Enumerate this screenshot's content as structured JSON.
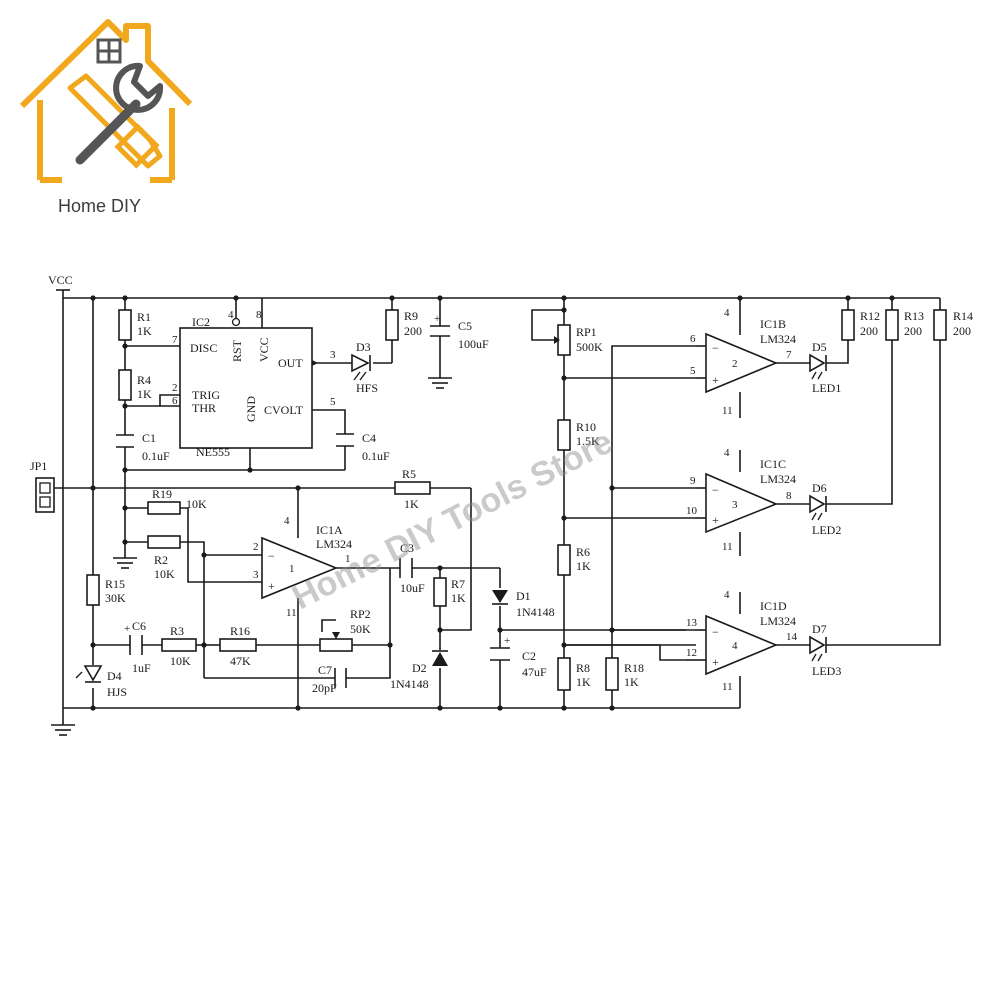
{
  "brand": {
    "logo_text": "Home DIY",
    "colors": {
      "house": "#f2a81d",
      "tools": "#555555"
    }
  },
  "watermark": {
    "text": "Home DIY Tools Store"
  },
  "schematic": {
    "power": {
      "vcc": "VCC"
    },
    "connector": {
      "ref": "JP1"
    },
    "timer": {
      "ref": "IC2",
      "part": "NE555",
      "pins": {
        "disc": "DISC",
        "rst": "RST",
        "vcc": "VCC",
        "trig": "TRIG",
        "thr": "THR",
        "gnd": "GND",
        "out": "OUT",
        "cvolt": "CVOLT"
      },
      "pin_numbers": {
        "disc": "7",
        "rst": "4",
        "vcc": "8",
        "trig": "2",
        "thr": "6",
        "out": "3",
        "cvolt": "5"
      }
    },
    "opamps": [
      {
        "ref": "IC1A",
        "part": "LM324",
        "in_minus": "2",
        "in_plus": "3",
        "out": "1",
        "supply": "4",
        "gnd": "11",
        "unit": "1"
      },
      {
        "ref": "IC1B",
        "part": "LM324",
        "in_minus": "6",
        "in_plus": "5",
        "out": "7",
        "supply": "4",
        "gnd": "11",
        "unit": "2"
      },
      {
        "ref": "IC1C",
        "part": "LM324",
        "in_minus": "9",
        "in_plus": "10",
        "out": "8",
        "supply": "4",
        "gnd": "11",
        "unit": "3"
      },
      {
        "ref": "IC1D",
        "part": "LM324",
        "in_minus": "13",
        "in_plus": "12",
        "out": "14",
        "supply": "4",
        "gnd": "11",
        "unit": "4"
      }
    ],
    "resistors": [
      {
        "ref": "R1",
        "value": "1K"
      },
      {
        "ref": "R4",
        "value": "1K"
      },
      {
        "ref": "R9",
        "value": "200"
      },
      {
        "ref": "R5",
        "value": "1K"
      },
      {
        "ref": "R19",
        "value": "10K"
      },
      {
        "ref": "R2",
        "value": "10K"
      },
      {
        "ref": "R15",
        "value": "30K"
      },
      {
        "ref": "R3",
        "value": "10K"
      },
      {
        "ref": "R16",
        "value": "47K"
      },
      {
        "ref": "R7",
        "value": "1K"
      },
      {
        "ref": "R10",
        "value": "1.5K"
      },
      {
        "ref": "R6",
        "value": "1K"
      },
      {
        "ref": "R8",
        "value": "1K"
      },
      {
        "ref": "R18",
        "value": "1K"
      },
      {
        "ref": "R12",
        "value": "200"
      },
      {
        "ref": "R13",
        "value": "200"
      },
      {
        "ref": "R14",
        "value": "200"
      }
    ],
    "pots": [
      {
        "ref": "RP1",
        "value": "500K"
      },
      {
        "ref": "RP2",
        "value": "50K"
      }
    ],
    "capacitors": [
      {
        "ref": "C1",
        "value": "0.1uF"
      },
      {
        "ref": "C4",
        "value": "0.1uF"
      },
      {
        "ref": "C5",
        "value": "100uF"
      },
      {
        "ref": "C3",
        "value": "10uF"
      },
      {
        "ref": "C6",
        "value": "1uF"
      },
      {
        "ref": "C7",
        "value": "20pF"
      },
      {
        "ref": "C2",
        "value": "47uF"
      }
    ],
    "diodes": [
      {
        "ref": "D3",
        "value": "HFS"
      },
      {
        "ref": "D1",
        "value": "1N4148"
      },
      {
        "ref": "D2",
        "value": "1N4148"
      },
      {
        "ref": "D4",
        "value": "HJS"
      },
      {
        "ref": "D5",
        "value": "LED1"
      },
      {
        "ref": "D6",
        "value": "LED2"
      },
      {
        "ref": "D7",
        "value": "LED3"
      }
    ]
  }
}
